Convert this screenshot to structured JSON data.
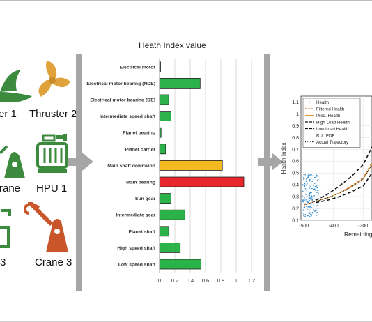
{
  "components": [
    {
      "label": "er 1",
      "icon": "thruster-propeller-icon",
      "color": "#3b8a3e"
    },
    {
      "label": "Thruster 2",
      "icon": "thruster-propeller-icon",
      "color": "#e0a33b"
    },
    {
      "label": "rane",
      "icon": "crane-icon",
      "color": "#3b8a3e"
    },
    {
      "label": "HPU 1",
      "icon": "hydraulic-power-unit-icon",
      "color": "#3b8a3e"
    },
    {
      "label": "3",
      "icon": "crane-icon",
      "color": "#3b8a3e"
    },
    {
      "label": "Crane 3",
      "icon": "crane-icon",
      "color": "#c8562a"
    }
  ],
  "chart_data": [
    {
      "type": "bar",
      "orientation": "horizontal",
      "title": "Heath Index value",
      "categories": [
        "Electrical motor",
        "Electrical motor bearing (NDE)",
        "Electrical motor bearing (DE)",
        "Intermediate speed shaft",
        "Planet bearing",
        "Planet carrier",
        "Main shaft downwind",
        "Main bearing",
        "Sun gear",
        "Intermediate gear",
        "Planet shaft",
        "High speed shaft",
        "Low speed shaft"
      ],
      "values": [
        0.01,
        0.53,
        0.12,
        0.15,
        0.02,
        0.08,
        0.82,
        1.1,
        0.15,
        0.33,
        0.12,
        0.27,
        0.54
      ],
      "bar_colors": [
        "#2bb34a",
        "#2bb34a",
        "#2bb34a",
        "#2bb34a",
        "#2bb34a",
        "#2bb34a",
        "#f5b921",
        "#e8262b",
        "#2bb34a",
        "#2bb34a",
        "#2bb34a",
        "#2bb34a",
        "#2bb34a"
      ],
      "xticks": [
        "0",
        "0.2",
        "0.4",
        "0.6",
        "0.8",
        "1",
        "1.2"
      ],
      "xlim": [
        0,
        1.3
      ],
      "grid": true
    },
    {
      "type": "line",
      "ylabel": "Health Index",
      "xlabel": "Remaining",
      "xticks": [
        "-500",
        "-400",
        "-300"
      ],
      "yticks": [
        "0.1",
        "0.2",
        "0.3",
        "0.4",
        "0.5",
        "0.6",
        "0.7",
        "0.8",
        "0.9",
        "1",
        "1.1"
      ],
      "xlim": [
        -510,
        -270
      ],
      "ylim": [
        0.1,
        1.15
      ],
      "grid": true,
      "legend_position": "top-left",
      "legend": [
        "Health",
        "Filtered Health",
        "Pred. Health",
        "High Load Health",
        "Low Load Health",
        "RUL PDF",
        "Actual Trajectory"
      ],
      "series": [
        {
          "name": "Filtered Health",
          "color": "#e07b39",
          "x": [
            -500,
            -460,
            -420,
            -380,
            -340,
            -300,
            -270
          ],
          "y": [
            0.23,
            0.26,
            0.29,
            0.33,
            0.39,
            0.46,
            0.59
          ]
        },
        {
          "name": "Pred. Health",
          "color": "#e0a33b",
          "x": [
            -460,
            -420,
            -380,
            -340,
            -300,
            -270
          ],
          "y": [
            0.26,
            0.29,
            0.33,
            0.38,
            0.45,
            0.57
          ]
        },
        {
          "name": "High Load Health",
          "color": "#111111",
          "x": [
            -460,
            -420,
            -380,
            -340,
            -300,
            -270
          ],
          "y": [
            0.27,
            0.32,
            0.39,
            0.47,
            0.57,
            0.72
          ]
        },
        {
          "name": "Low Load Health",
          "color": "#111111",
          "x": [
            -460,
            -420,
            -380,
            -340,
            -300,
            -270
          ],
          "y": [
            0.25,
            0.27,
            0.3,
            0.34,
            0.39,
            0.5
          ]
        },
        {
          "name": "Actual Trajectory",
          "color": "#111111",
          "x": [
            -500,
            -460,
            -420,
            -380,
            -340,
            -300,
            -270
          ],
          "y": [
            0.23,
            0.26,
            0.29,
            0.33,
            0.38,
            0.45,
            0.57
          ]
        }
      ]
    }
  ]
}
